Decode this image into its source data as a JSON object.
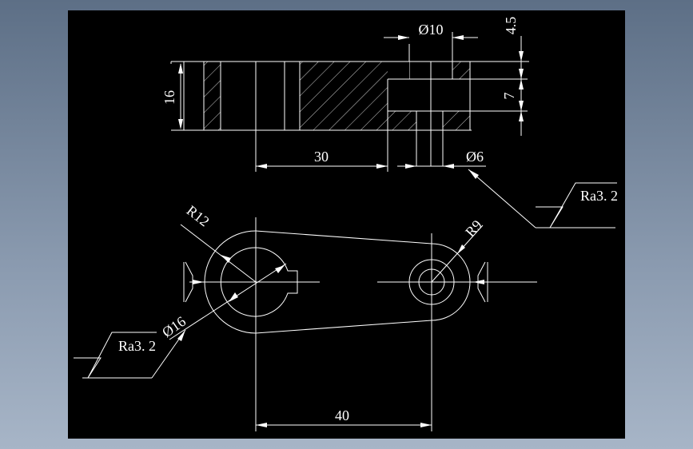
{
  "drawing": {
    "background_color": "#000000",
    "line_color": "#ffffff",
    "dimensions": {
      "diameter_10": "Ø10",
      "dim_4_5": "4.5",
      "dim_16": "16",
      "dim_7": "7",
      "dim_30": "30",
      "diameter_6": "Ø6",
      "radius_12": "R12",
      "radius_9": "R9",
      "diameter_16": "Ø16",
      "dim_40": "40"
    },
    "surface_finish": {
      "right": "Ra3. 2",
      "left": "Ra3. 2"
    }
  }
}
